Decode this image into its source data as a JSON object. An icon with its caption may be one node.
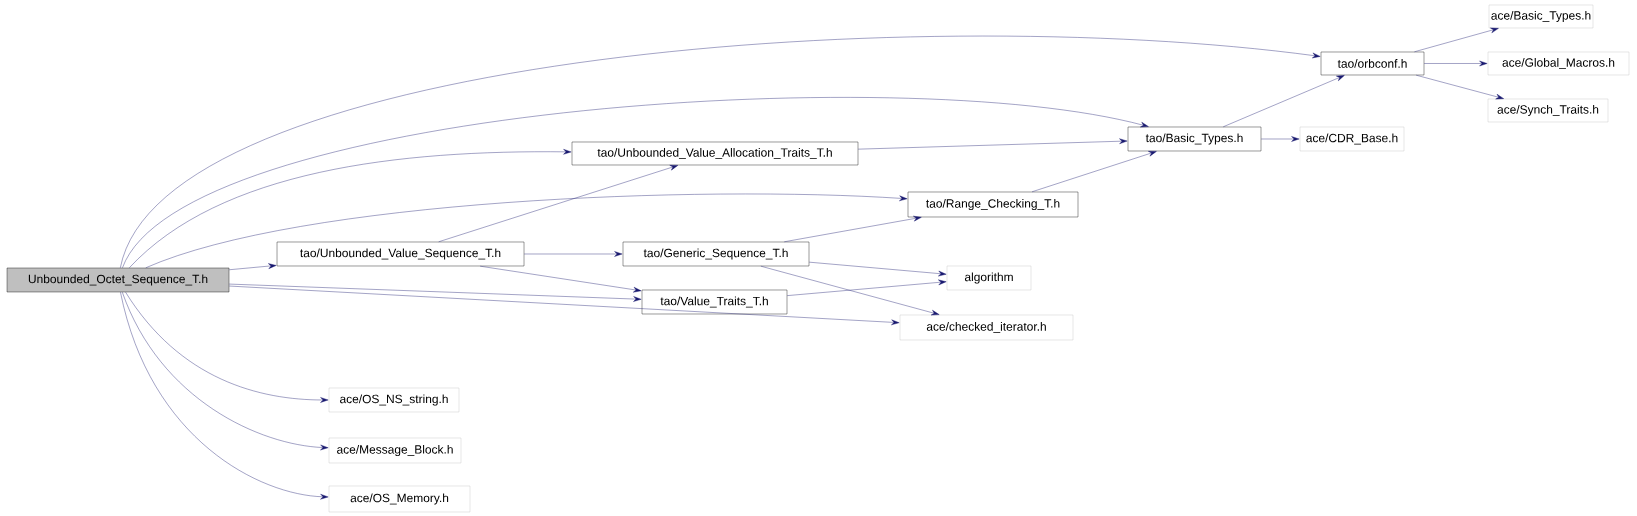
{
  "diagram": {
    "nodes": [
      {
        "text": [
          "Unbounded_Octet_Sequence_T.h"
        ]
      },
      {
        "text": [
          "tao/orbconf.h"
        ]
      },
      {
        "text": [
          "ace/Basic_Types.h"
        ]
      },
      {
        "text": [
          "ace/Global_Macros.h"
        ]
      },
      {
        "text": [
          "ace/Synch_Traits.h"
        ]
      },
      {
        "text": [
          "tao/Unbounded_Value_Allocation_Traits_T.h"
        ]
      },
      {
        "text": [
          "tao/Basic_Types.h"
        ]
      },
      {
        "text": [
          "ace/CDR_Base.h"
        ]
      },
      {
        "text": [
          "tao/Range_Checking_T.h"
        ]
      },
      {
        "text": [
          "tao/Unbounded_Value_Sequence_T.h"
        ]
      },
      {
        "text": [
          "tao/Generic_Sequence_T.h"
        ]
      },
      {
        "text": [
          "algorithm"
        ]
      },
      {
        "text": [
          "tao/Value_Traits_T.h"
        ]
      },
      {
        "text": [
          "ace/checked_iterator.h"
        ]
      },
      {
        "text": [
          "ace/OS_NS_string.h"
        ]
      },
      {
        "text": [
          "ace/Message_Block.h"
        ]
      },
      {
        "text": [
          "ace/OS_Memory.h"
        ]
      }
    ],
    "edges": [
      {
        "from": 0,
        "to": 1,
        "arrow": "to"
      },
      {
        "from": 0,
        "to": 6,
        "arrow": "to"
      },
      {
        "from": 0,
        "to": 5,
        "arrow": "to"
      },
      {
        "from": 0,
        "to": 8,
        "arrow": "to"
      },
      {
        "from": 0,
        "to": 9,
        "arrow": "to"
      },
      {
        "from": 0,
        "to": 12,
        "arrow": "to"
      },
      {
        "from": 0,
        "to": 13,
        "arrow": "to"
      },
      {
        "from": 0,
        "to": 14,
        "arrow": "to"
      },
      {
        "from": 0,
        "to": 15,
        "arrow": "to"
      },
      {
        "from": 0,
        "to": 16,
        "arrow": "to"
      },
      {
        "from": 9,
        "to": 5,
        "arrow": "to"
      },
      {
        "from": 9,
        "to": 10,
        "arrow": "to"
      },
      {
        "from": 9,
        "to": 12,
        "arrow": "to"
      },
      {
        "from": 10,
        "to": 8,
        "arrow": "to"
      },
      {
        "from": 10,
        "to": 11,
        "arrow": "to"
      },
      {
        "from": 10,
        "to": 13,
        "arrow": "to"
      },
      {
        "from": 12,
        "to": 11,
        "arrow": "to"
      },
      {
        "from": 5,
        "to": 6,
        "arrow": "to"
      },
      {
        "from": 8,
        "to": 6,
        "arrow": "to"
      },
      {
        "from": 6,
        "to": 1,
        "arrow": "to"
      },
      {
        "from": 6,
        "to": 7,
        "arrow": "to"
      },
      {
        "from": 1,
        "to": 2,
        "arrow": "to"
      },
      {
        "from": 1,
        "to": 3,
        "arrow": "to"
      },
      {
        "from": 1,
        "to": 4,
        "arrow": "to"
      }
    ]
  }
}
